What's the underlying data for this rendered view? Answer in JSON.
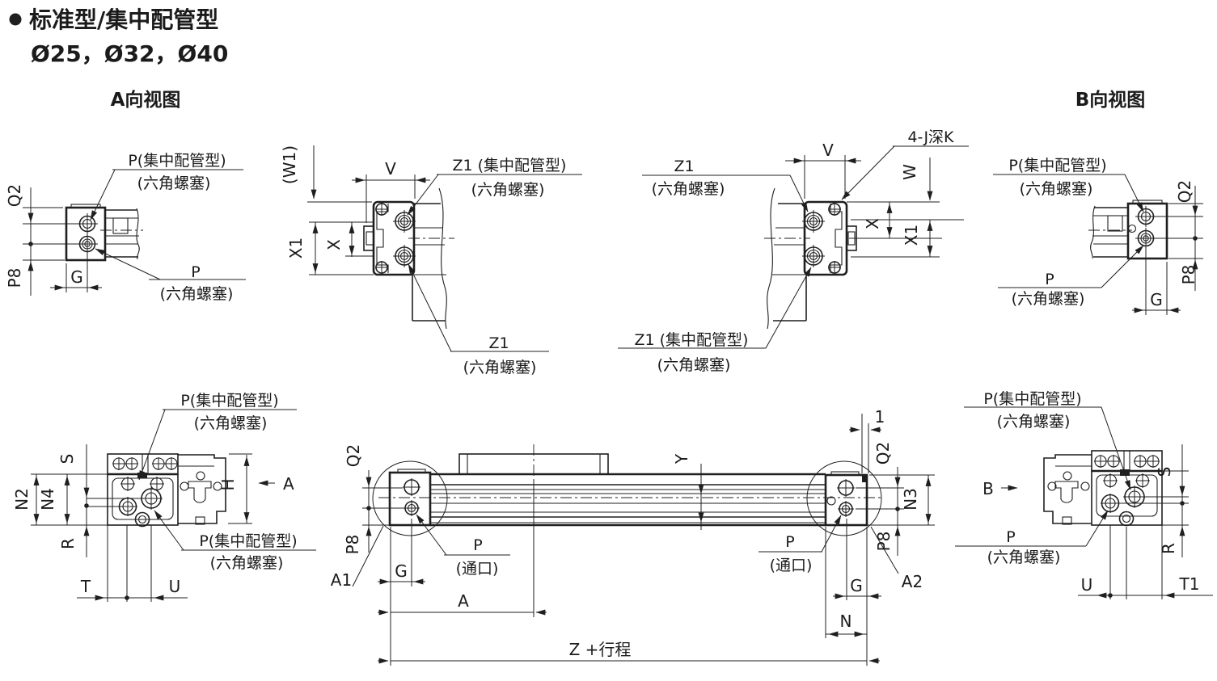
{
  "colors": {
    "line": "#1f1f1f",
    "background": "#ffffff"
  },
  "header": {
    "title": "标准型/集中配管型",
    "subtitle": "Ø25，Ø32，Ø40"
  },
  "view_titles": {
    "a": "A向视图",
    "b": "B向视图"
  },
  "labels": {
    "p_central": "P(集中配管型)",
    "hex_plug": "(六角螺塞)",
    "p": "P",
    "through_port": "(通口)",
    "z1": "Z1",
    "z1_central": "Z1 (集中配管型)",
    "four_j_depth_k": "4-J深K",
    "z_plus_stroke": "Z +行程",
    "a1": "A1",
    "a2": "A2",
    "view_arrow_a": "A",
    "view_arrow_b": "B"
  },
  "dims": {
    "q2": "Q2",
    "p8": "P8",
    "g": "G",
    "v": "V",
    "w1": "(W1)",
    "w": "W",
    "x": "X",
    "x1": "X1",
    "s": "S",
    "n2": "N2",
    "n4": "N4",
    "r": "R",
    "t": "T",
    "t1": "T1",
    "u": "U",
    "h": "H",
    "y": "Y",
    "n": "N",
    "n3": "N3",
    "a": "A",
    "one": "1"
  }
}
